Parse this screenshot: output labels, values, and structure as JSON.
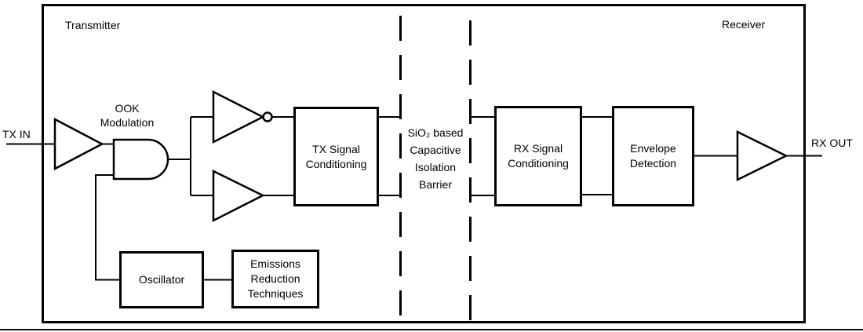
{
  "regions": {
    "transmitter_label": "Transmitter",
    "receiver_label": "Receiver"
  },
  "ports": {
    "tx_in": "TX IN",
    "rx_out": "RX OUT"
  },
  "annotations": {
    "ook_modulation": {
      "line1": "OOK",
      "line2": "Modulation"
    },
    "isolation_barrier": {
      "line1": "SiO₂ based",
      "line2": "Capacitive",
      "line3": "Isolation",
      "line4": "Barrier"
    }
  },
  "blocks": {
    "tx_signal_conditioning": {
      "line1": "TX Signal",
      "line2": "Conditioning"
    },
    "rx_signal_conditioning": {
      "line1": "RX Signal",
      "line2": "Conditioning"
    },
    "envelope_detection": {
      "line1": "Envelope",
      "line2": "Detection"
    },
    "oscillator": {
      "line1": "Oscillator"
    },
    "emissions_reduction": {
      "line1": "Emissions",
      "line2": "Reduction",
      "line3": "Techniques"
    }
  },
  "shapes": {
    "input_buffer": "buffer amplifier triangle",
    "and_gate": "AND logic gate (OOK modulator)",
    "inverting_driver": "inverter triangle with bubble",
    "noninverting_driver": "buffer triangle",
    "output_buffer": "buffer amplifier triangle",
    "isolation_barrier": "two vertical dashed lines"
  },
  "colors": {
    "line": "#000000",
    "background": "#ffffff",
    "text": "#000000"
  }
}
